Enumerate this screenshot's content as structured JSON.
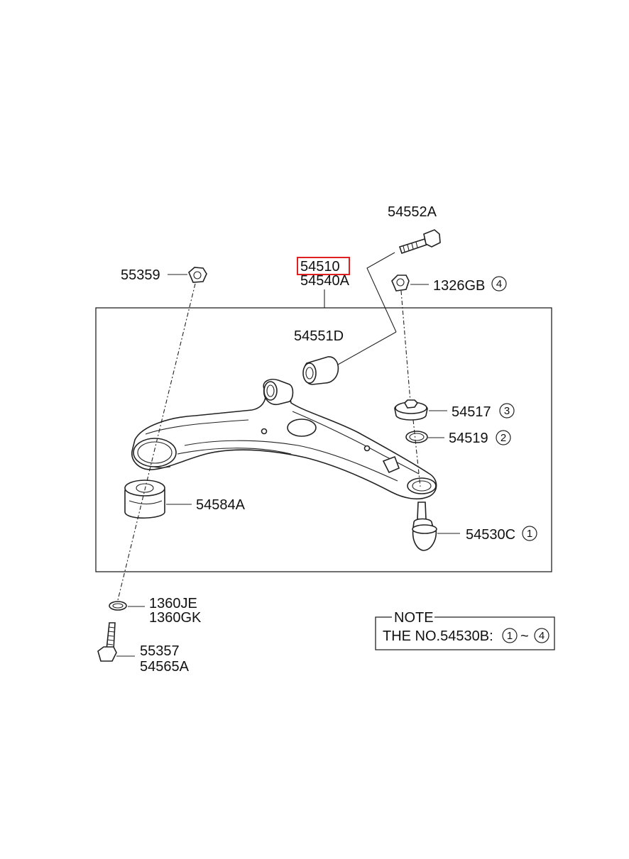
{
  "diagram": {
    "parts": {
      "p55359": "55359",
      "p54510": "54510",
      "p54540A": "54540A",
      "p54552A": "54552A",
      "p1326GB": "1326GB",
      "p1326GB_ref": "4",
      "p54551D": "54551D",
      "p54517": "54517",
      "p54517_ref": "3",
      "p54519": "54519",
      "p54519_ref": "2",
      "p54584A": "54584A",
      "p54530C": "54530C",
      "p54530C_ref": "1",
      "p1360JE": "1360JE",
      "p1360GK": "1360GK",
      "p55357": "55357",
      "p54565A": "54565A"
    },
    "note": {
      "title": "NOTE",
      "text": "THE NO.54530B:",
      "range_from": "1",
      "range_sep": "~",
      "range_to": "4"
    },
    "highlight_color": "#e02020"
  }
}
